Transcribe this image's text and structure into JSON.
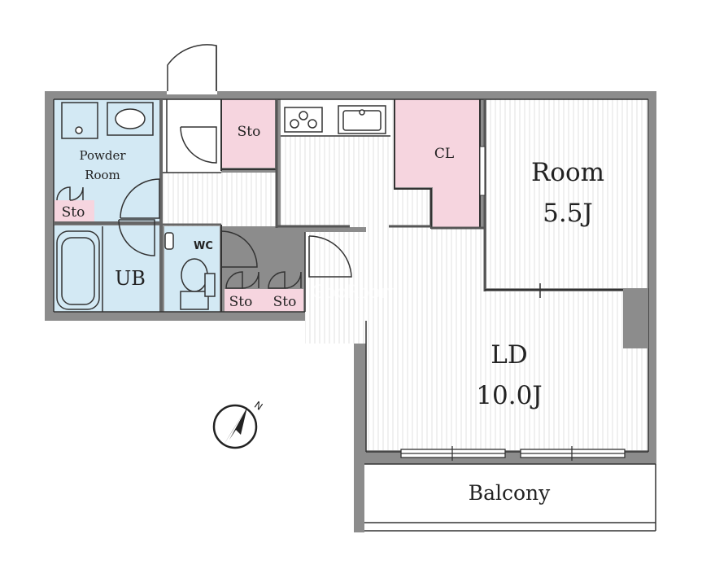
{
  "labels": {
    "powder_room_line1": "Powder",
    "powder_room_line2": "Room",
    "sto_top": "Sto",
    "sto_left": "Sto",
    "sto_bottom_1": "Sto",
    "sto_bottom_2": "Sto",
    "cl": "CL",
    "wc": "WC",
    "ub": "UB",
    "room_name": "Room",
    "room_size": "5.5J",
    "ld_name": "LD",
    "ld_size": "10.0J",
    "balcony": "Balcony"
  },
  "watermark": "GooRoom",
  "icons": {
    "compass": "compass-north-icon",
    "compass_letter": "N"
  },
  "colors": {
    "wall": "#8c8c8c",
    "wet_area": "#d3e9f4",
    "storage": "#f6d5df",
    "floor_stripe": "#e2e2e2",
    "line": "#333333"
  }
}
